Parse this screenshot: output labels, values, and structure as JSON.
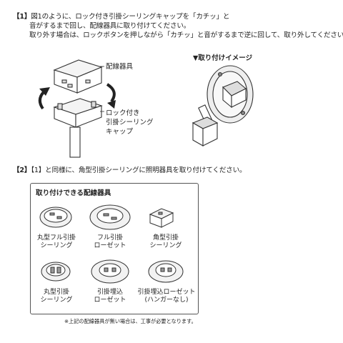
{
  "step1": {
    "number": "【1】",
    "line1": "図1のように、ロック付き引掛シーリングキャップを「カチッ」と",
    "line2": "音がするまで回し、配線器具に取り付けてください。",
    "line3": "取り外す場合は、ロックボタンを押しながら「カチッ」と音がするまで逆に回して、取り外してください。"
  },
  "illustration": {
    "label_wiring": "配線器具",
    "label_cap_line1": "ロック付き",
    "label_cap_line2": "引掛シーリング",
    "label_cap_line3": "キャップ",
    "label_image": "▼取り付けイメージ"
  },
  "step2": {
    "number": "【2】",
    "text": "【1】と同様に、角型引掛シーリングに照明器具を取り付けてください。"
  },
  "fixtures_box": {
    "title": "取り付けできる配線器具",
    "items": [
      {
        "line1": "丸型フル引掛",
        "line2": "シーリング"
      },
      {
        "line1": "フル引掛",
        "line2": "ローゼット"
      },
      {
        "line1": "角型引掛",
        "line2": "シーリング"
      },
      {
        "line1": "丸型引掛",
        "line2": "シーリング"
      },
      {
        "line1": "引掛埋込",
        "line2": "ローゼット"
      },
      {
        "line1": "引掛埋込ローゼット",
        "line2": "(ハンガーなし)"
      }
    ]
  },
  "note": "※上記の配線器具が無い場合は、工事が必要となります。"
}
